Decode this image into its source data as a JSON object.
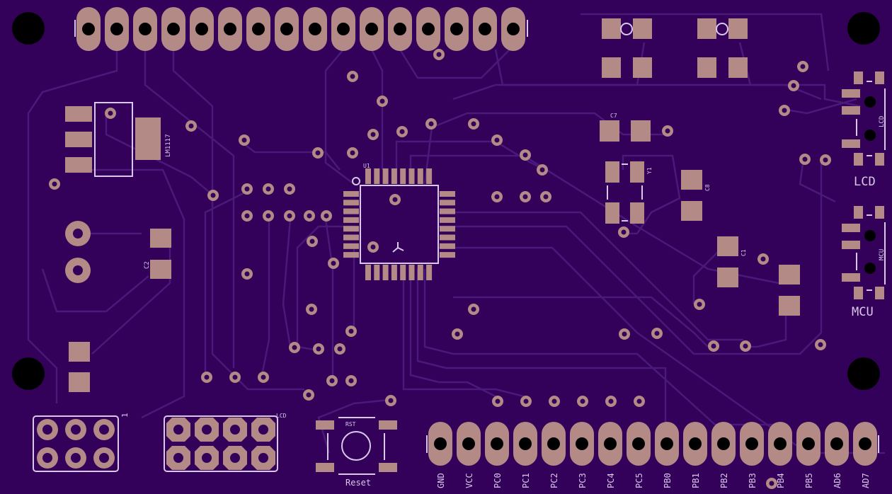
{
  "board": {
    "background_color": "#33005a",
    "pad_color": "#b38a86",
    "silkscreen_color": "#d9c8ea",
    "trace_color": "#4a1a7a"
  },
  "labels": {
    "regulator": "LM1117",
    "mcu": "U1",
    "cap_c7": "C7",
    "crystal": "Y1",
    "cap_c8": "C8",
    "cap_c1": "C1",
    "cap_c2": "C2",
    "reset_ref": "RST",
    "reset_label": "Reset",
    "lcd_header": "LCD",
    "isp_pin1": "1",
    "switch_lcd_small": "LCD",
    "switch_lcd": "LCD",
    "switch_mcu_small": "MCU",
    "switch_mcu": "MCU"
  },
  "bottom_header_pins": [
    "GND",
    "VCC",
    "PC0",
    "PC1",
    "PC2",
    "PC3",
    "PC4",
    "PC5",
    "PB0",
    "PB1",
    "PB2",
    "PB3",
    "PB4",
    "PB5",
    "AD6",
    "AD7"
  ]
}
